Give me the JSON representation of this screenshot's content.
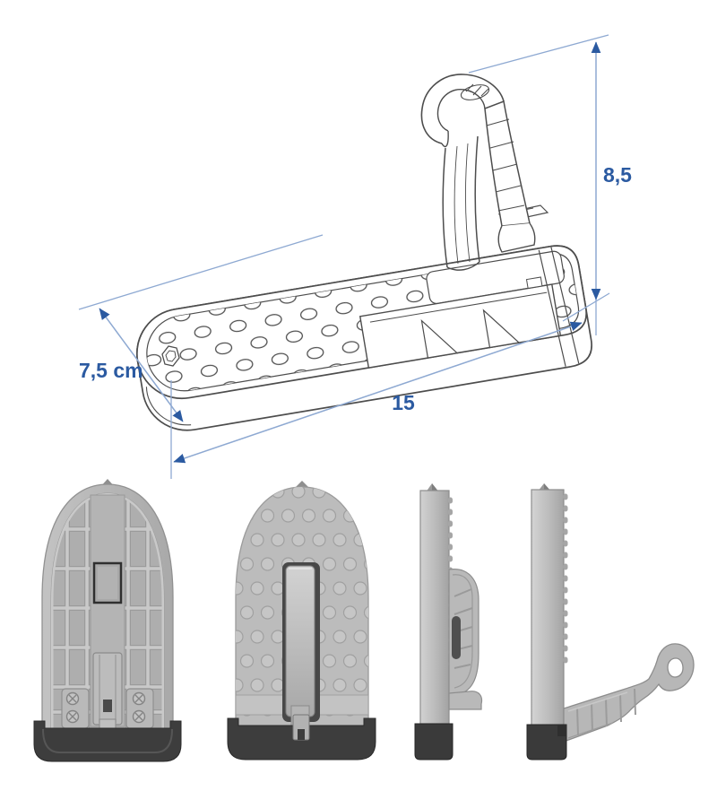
{
  "diagram": {
    "dimension_height_label": "8,5",
    "dimension_depth_label": "7,5 cm",
    "dimension_length_label": "15",
    "label_color": "#2b5aa1",
    "dimension_line_color": "#8ea9d2",
    "drawing_style": "isometric-line-drawing"
  },
  "product": {
    "type": "folding-car-door-step-hook",
    "views": [
      {
        "name": "bottom-view"
      },
      {
        "name": "top-view-hook-folded"
      },
      {
        "name": "side-view-hook-folded"
      },
      {
        "name": "side-view-hook-extended"
      }
    ],
    "colors": {
      "metal_gray": "#b9b9b9",
      "metal_light": "#cfcfcf",
      "metal_shadow": "#8d8d8d",
      "rubber_black": "#3b3b3b",
      "line_art_stroke": "#4d4d4d"
    }
  }
}
